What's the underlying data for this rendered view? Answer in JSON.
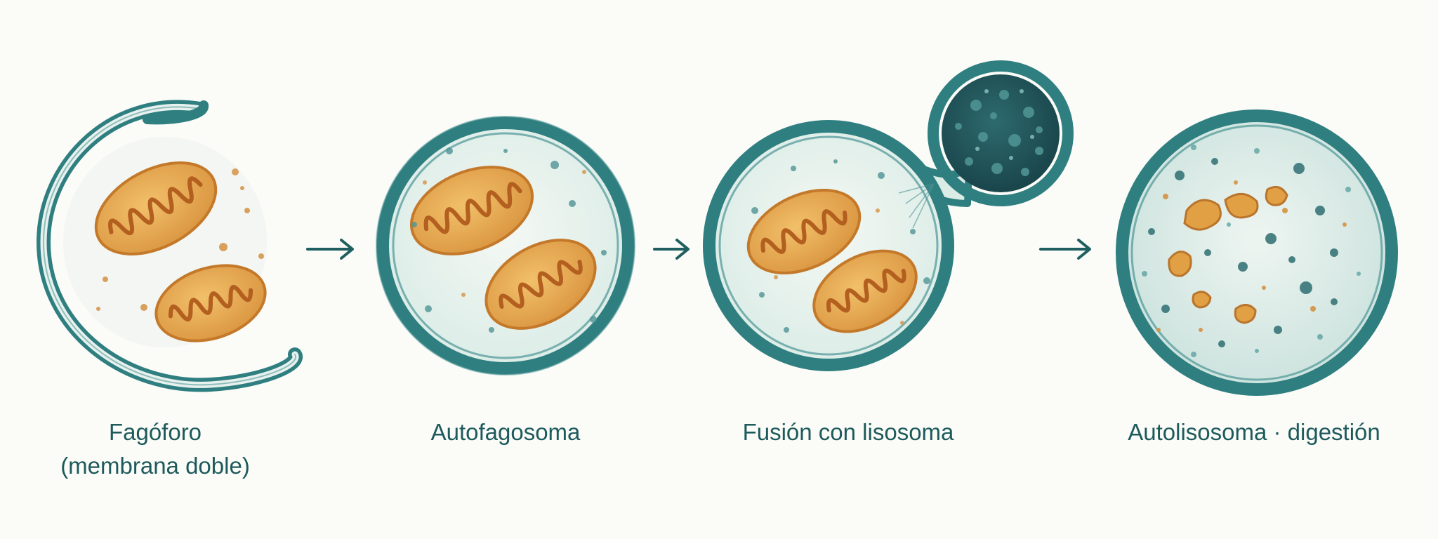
{
  "diagram": {
    "stages": [
      {
        "id": "fagoforo",
        "label_lines": [
          "Fagóforo",
          "(membrana doble)"
        ]
      },
      {
        "id": "autofagosoma",
        "label_lines": [
          "Autofagosoma"
        ]
      },
      {
        "id": "fusion",
        "label_lines": [
          "Fusión con lisosoma"
        ]
      },
      {
        "id": "autolisosoma",
        "label_lines": [
          "Autolisosoma · digestión"
        ]
      }
    ],
    "colors": {
      "membrane": "#2f7f80",
      "membrane_dark": "#1f5f60",
      "lumen": "#e4f0ec",
      "mitochondria_fill": "#e6a54d",
      "mitochondria_edge": "#c4792a",
      "cristae": "#b35f1f",
      "lysosome": "#1e4f55",
      "debris_teal": "#4f9394",
      "debris_orange": "#d9923d",
      "text": "#1d5a5b"
    }
  }
}
